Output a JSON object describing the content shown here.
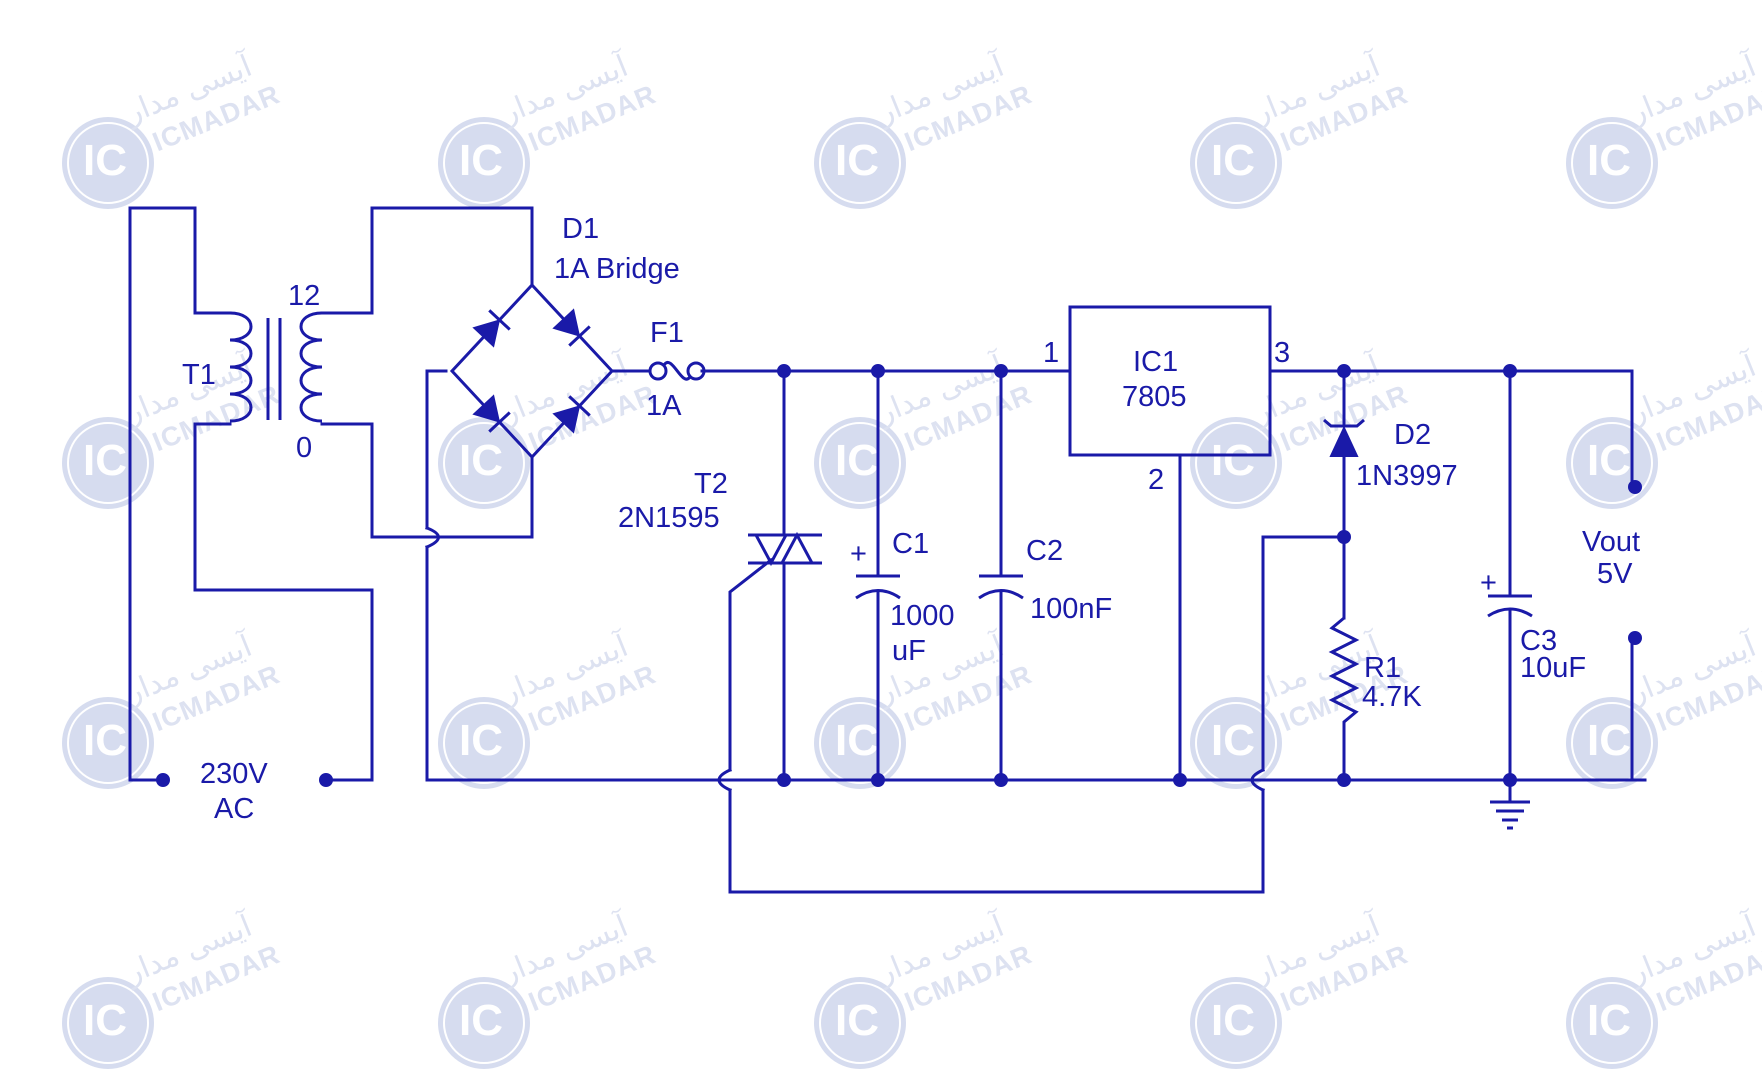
{
  "colors": {
    "ink": "#1a1aa8",
    "watermark": "#c7cfe8",
    "background": "#ffffff"
  },
  "transformer": {
    "ref": "T1",
    "secondary_top": "12",
    "secondary_bottom": "0"
  },
  "mains": {
    "voltage": "230V",
    "type": "AC"
  },
  "bridge": {
    "ref": "D1",
    "desc": "1A Bridge"
  },
  "fuse": {
    "ref": "F1",
    "rating": "1A"
  },
  "scr": {
    "ref": "T2",
    "part": "2N1595"
  },
  "c1": {
    "plus": "+",
    "ref": "C1",
    "value_1": "1000",
    "value_2": "uF"
  },
  "c2": {
    "ref": "C2",
    "value": "100nF"
  },
  "regulator": {
    "ref": "IC1",
    "part": "7805",
    "pin_in": "1",
    "pin_out": "3",
    "pin_gnd": "2"
  },
  "zener": {
    "ref": "D2",
    "part": "1N3997"
  },
  "r1": {
    "ref": "R1",
    "value": "4.7K"
  },
  "c3": {
    "plus": "+",
    "ref": "C3",
    "value": "10uF"
  },
  "output": {
    "label": "Vout",
    "voltage": "5V"
  },
  "watermark": {
    "brand": "ICMADAR",
    "persian": "آیسی مدار",
    "logo": "IC",
    "logo_sub": "MADAR"
  }
}
